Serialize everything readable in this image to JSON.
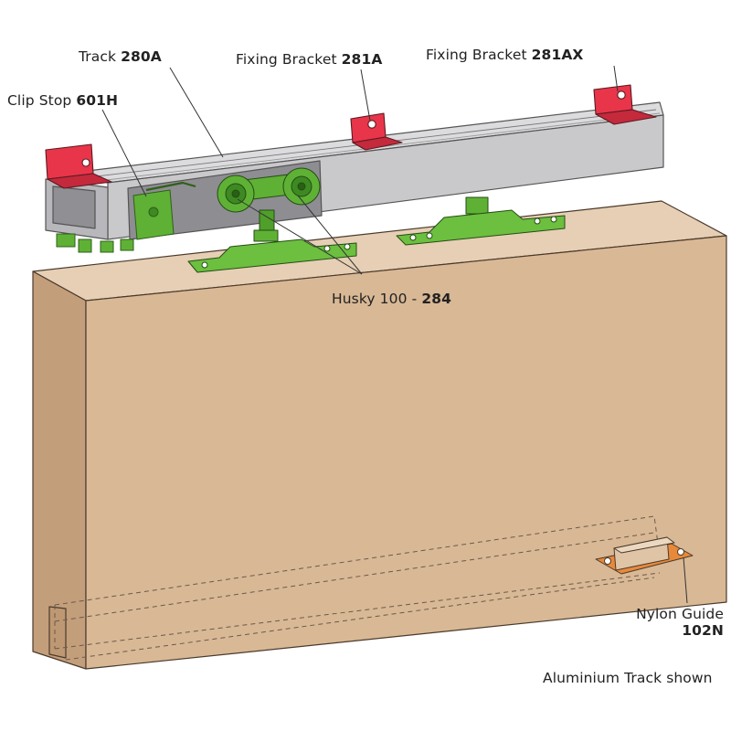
{
  "labels": {
    "track": {
      "name": "Track",
      "code": "280A"
    },
    "fixing_bracket_a": {
      "name": "Fixing Bracket",
      "code": "281A"
    },
    "fixing_bracket_ax": {
      "name": "Fixing Bracket",
      "code": "281AX"
    },
    "clip_stop": {
      "name": "Clip Stop",
      "code": "601H"
    },
    "hanger": {
      "name": "Husky 100 -",
      "code": "284"
    },
    "nylon_guide": {
      "name": "Nylon Guide",
      "code": "102N"
    },
    "caption": "Aluminium Track shown"
  },
  "colors": {
    "door_front": "#d9b895",
    "door_side": "#c39e7b",
    "door_top": "#e6cfb4",
    "track": "#c9c9cc",
    "bracket": "#e8354a",
    "hardware": "#5fb135",
    "guide": "#e8893a",
    "leader": "#333333"
  }
}
